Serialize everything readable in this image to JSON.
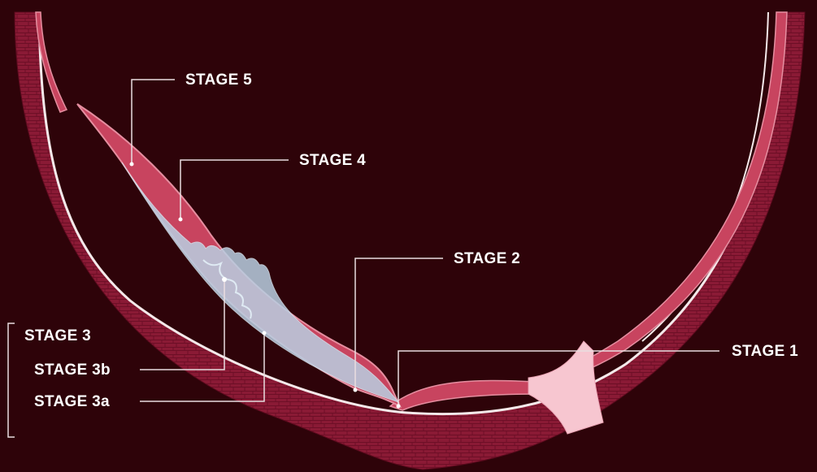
{
  "labels": {
    "stage5": "STAGE 5",
    "stage4": "STAGE 4",
    "stage2": "STAGE 2",
    "stage1": "STAGE 1",
    "stage3": "STAGE 3",
    "stage3b": "STAGE 3b",
    "stage3a": "STAGE 3a"
  },
  "colors": {
    "background": "#2e0309",
    "sclera": "#8a1a35",
    "sclera_texture": "#6d0f26",
    "choroid_line": "#f4e9ea",
    "retina": "#c8445f",
    "retina_light": "#e58ea0",
    "fibrous_tissue": "#b9cfe2",
    "optic_nerve": "#f7c6d0",
    "leader_lines": "#e9dde0"
  }
}
